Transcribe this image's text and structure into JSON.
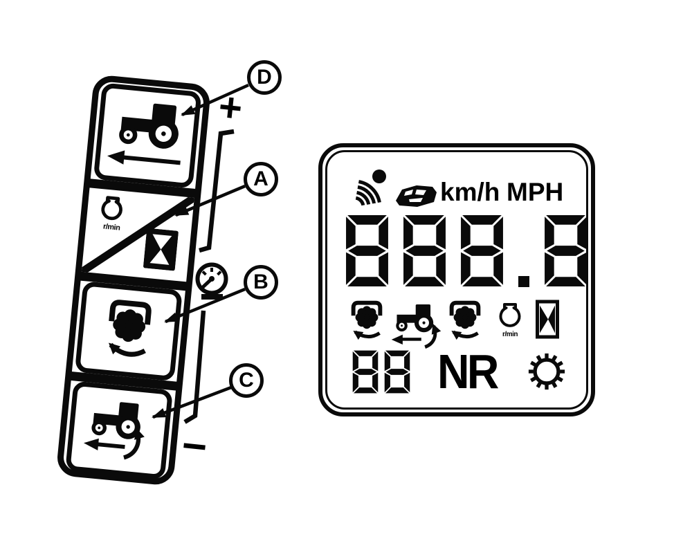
{
  "callouts": {
    "d": "D",
    "a": "A",
    "b": "B",
    "c": "C"
  },
  "scale": {
    "plus": "+",
    "minus": "−"
  },
  "panel": {
    "pto_unit": "r/min"
  },
  "lcd": {
    "speed_unit_metric": "km/h",
    "speed_unit_imperial": "MPH",
    "main_value": "888.8",
    "aux_value": "88",
    "gear_indicator": "NR",
    "pto_unit": "r/min"
  }
}
